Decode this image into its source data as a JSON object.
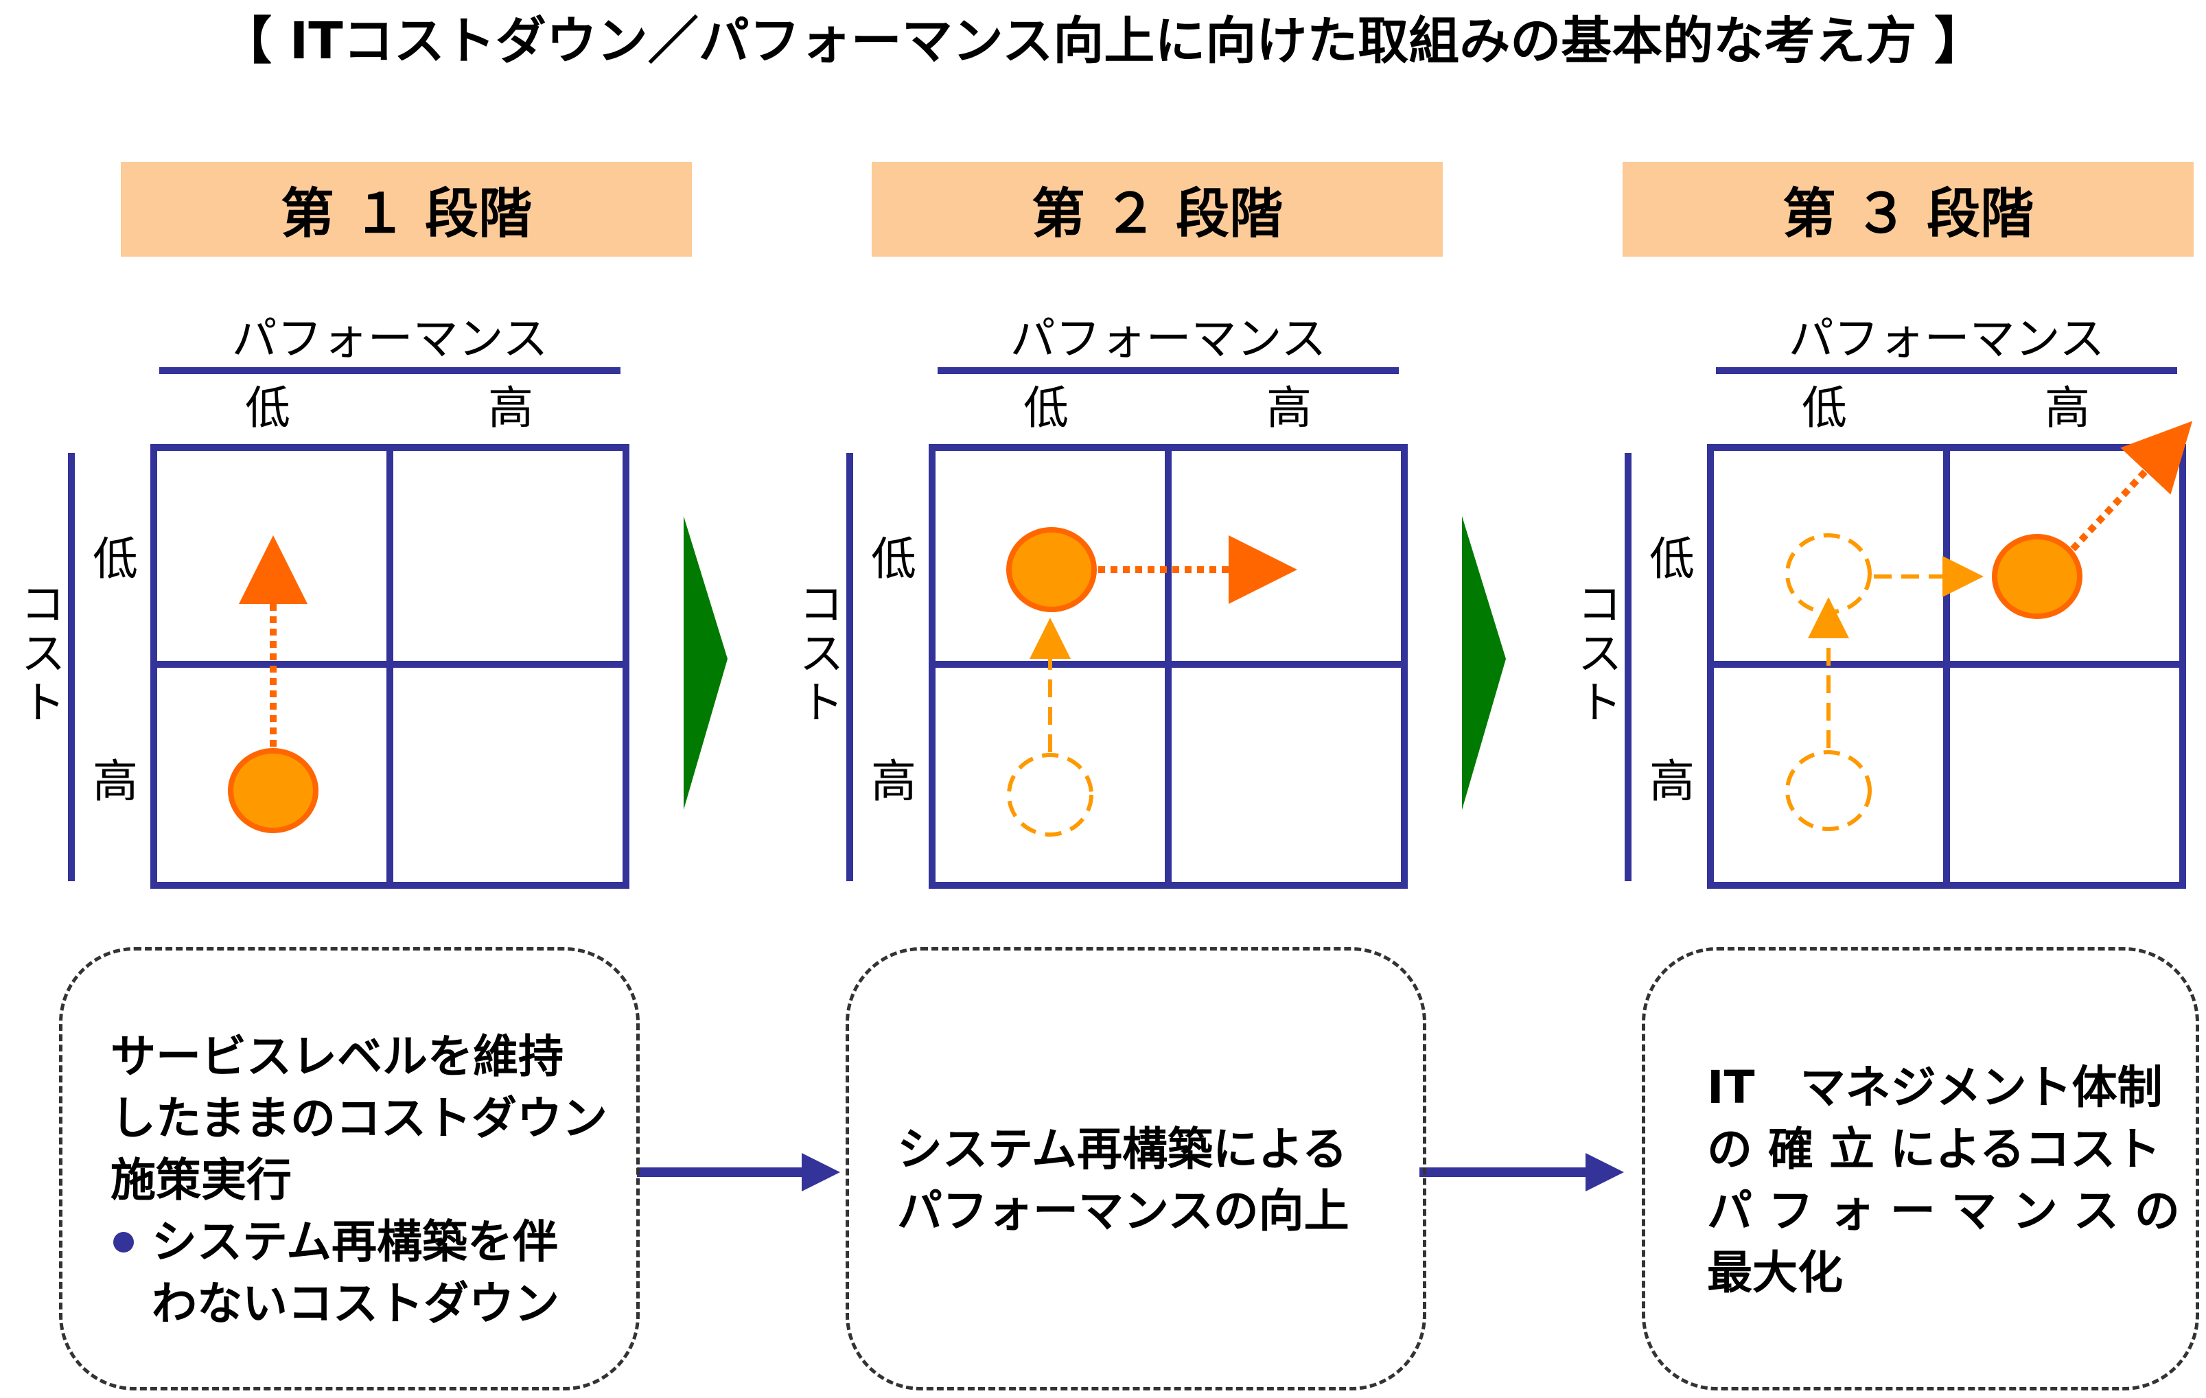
{
  "title": "【 ITコストダウン／パフォーマンス向上に向けた取組みの基本的な考え方 】",
  "stages": [
    {
      "header": "第 １ 段階",
      "axis_top": "パフォーマンス",
      "col_low": "低",
      "col_high": "高",
      "axis_side": "コスト",
      "row_low": "低",
      "row_high": "高",
      "description": [
        "サービスレベルを維持",
        "したままのコストダウン",
        "施策実行"
      ],
      "bullet": [
        "システム再構築を伴",
        "わないコストダウン"
      ]
    },
    {
      "header": "第 ２ 段階",
      "axis_top": "パフォーマンス",
      "col_low": "低",
      "col_high": "高",
      "axis_side": "コスト",
      "row_low": "低",
      "row_high": "高",
      "description": [
        "システム再構築による",
        "パフォーマンスの向上"
      ]
    },
    {
      "header": "第 ３ 段階",
      "axis_top": "パフォーマンス",
      "col_low": "低",
      "col_high": "高",
      "axis_side": "コスト",
      "row_low": "低",
      "row_high": "高",
      "description": [
        "IT　マネジメント体制",
        "の 確 立 によるコスト",
        "パ フ ォ ー マ ン ス の",
        "最大化"
      ]
    }
  ],
  "colors": {
    "grid": "#33339A",
    "circle_fill": "#FF9900",
    "circle_stroke": "#FF6600",
    "arrow_orange": "#FF6600",
    "arrow_dashed": "#FF9900",
    "stage_header_bg": "#FCCB98",
    "chevron_green": "#007A00"
  }
}
